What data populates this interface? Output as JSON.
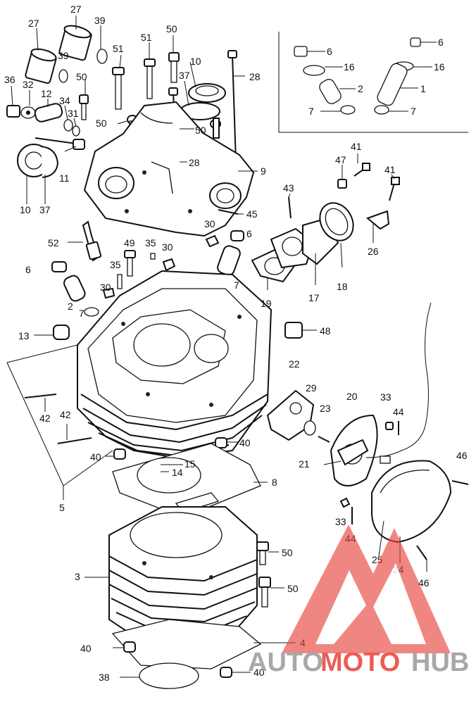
{
  "labels": {
    "l27a": "27",
    "l27b": "27",
    "l39a": "39",
    "l39b": "39",
    "l51a": "51",
    "l51b": "51",
    "l50a": "50",
    "l50b": "50",
    "l50c": "50",
    "l50d": "50",
    "l50e": "50",
    "l50f": "50",
    "l10a": "10",
    "l10b": "10",
    "l37a": "37",
    "l37b": "37",
    "l28a": "28",
    "l28b": "28",
    "l36": "36",
    "l32": "32",
    "l12": "12",
    "l34": "34",
    "l31": "31",
    "l11": "11",
    "l9": "9",
    "l45": "45",
    "l30a": "30",
    "l30b": "30",
    "l30c": "30",
    "l6a": "6",
    "l6b": "6",
    "l6c": "6",
    "l6d": "6",
    "l16a": "16",
    "l16b": "16",
    "l2a": "2",
    "l2b": "2",
    "l1": "1",
    "l7a": "7",
    "l7b": "7",
    "l7c": "7",
    "l7d": "7",
    "l47": "47",
    "l41a": "41",
    "l41b": "41",
    "l43": "43",
    "l26": "26",
    "l52": "52",
    "l49": "49",
    "l35a": "35",
    "l35b": "35",
    "l19": "19",
    "l17": "17",
    "l18": "18",
    "l13": "13",
    "l48": "48",
    "l22": "22",
    "l29": "29",
    "l20": "20",
    "l23": "23",
    "l33a": "33",
    "l33b": "33",
    "l44a": "44",
    "l44b": "44",
    "l42a": "42",
    "l42b": "42",
    "l40a": "40",
    "l40b": "40",
    "l40c": "40",
    "l40d": "40",
    "l15": "15",
    "l14": "14",
    "l8": "8",
    "l21": "21",
    "l46a": "46",
    "l46b": "46",
    "l5": "5",
    "l25": "25",
    "l24": "24",
    "l3": "3",
    "l4": "4",
    "l38": "38"
  },
  "watermark": {
    "word1": "AUTO",
    "word2": "MOTO",
    "word3": "HUB",
    "color_red": "#e8413a",
    "color_gray": "#9a9a9a"
  }
}
